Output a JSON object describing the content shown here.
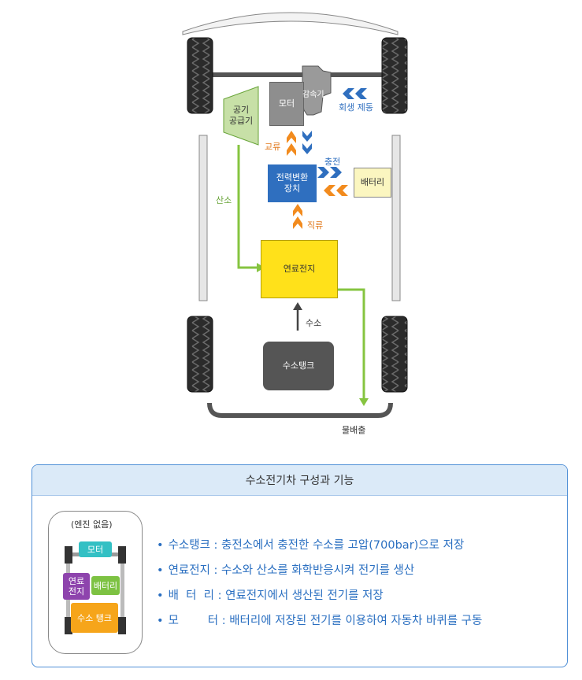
{
  "diagram": {
    "labels": {
      "motor": "모터",
      "reducer": "감속기",
      "regen_braking": "회생 제동",
      "air_supply_line1": "공기",
      "air_supply_line2": "공급기",
      "ac": "교류",
      "charge": "충전",
      "converter_line1": "전력변환",
      "converter_line2": "장치",
      "battery": "배터리",
      "oxygen": "산소",
      "dc": "직류",
      "fuel_cell": "연료전지",
      "hydrogen": "수소",
      "hydrogen_tank": "수소탱크",
      "water_discharge": "물배출"
    },
    "colors": {
      "motor": "#8e8e8e",
      "air_supply": "#c7e0a7",
      "converter": "#2f6fbf",
      "battery": "#fbf6c0",
      "fuel_cell": "#ffe11a",
      "hydrogen_tank": "#555555",
      "green_line": "#86c440",
      "orange_arrow": "#f28b1e",
      "blue_arrow": "#2f6fbf"
    }
  },
  "panel": {
    "title": "수소전기차 구성과 기능",
    "mini": {
      "no_engine": "(엔진 없음)",
      "motor": "모터",
      "fuel_cell_line1": "연료",
      "fuel_cell_line2": "전지",
      "battery": "배터리",
      "tank": "수소 탱크"
    },
    "bullets": [
      "수소탱크 : 충전소에서 충전한 수소를 고압(700bar)으로 저장",
      "연료전지 : 수소와 산소를 화학반응시켜 전기를 생산",
      "배  터  리 : 연료전지에서 생산된 전기를 저장",
      "모        터 : 배터리에 저장된 전기를 이용하여 자동차 바퀴를 구동"
    ]
  }
}
